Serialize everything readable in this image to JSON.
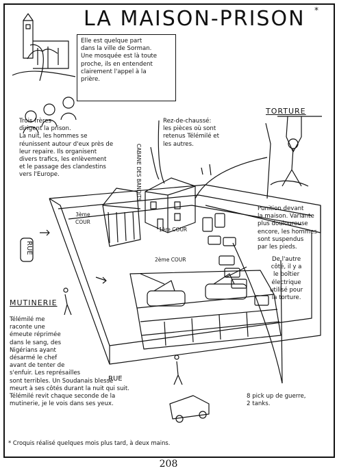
{
  "title": "LA MAISON-PRISON",
  "title_mark": "*",
  "intro": "Elle est quelque part\ndans la ville de Sorman.\nUne mosquée est là toute\nproche, ils en entendent\nclairement l'appel à la\nprière.",
  "brothers": "Trois frères\ndirigent la prison.\nLa nuit, les hommes se\nréunissent autour d'eux près de\nleur repaire. Ils organisent\ndivers trafics, les enlèvement\net le passage des clandestins\nvers l'Europe.",
  "ground_floor": "Rez-de-chaussé:\nles pièces où sont\nretenus Télémilé et\nles autres.",
  "torture_head": "TORTURE",
  "torture": "Punition devant\nla maison. Variante\nplus douloureuse\nencore, les hommes\nsont suspendus\npar les pieds.",
  "torture2": "De l'autre\ncôté, il y a\nle boîtier\nélectrique\nutilisé pour\nla torture.",
  "cabane": "CABANE DES BANDITS",
  "cour3": "3ème\nCOUR",
  "cour1": "1ère COUR",
  "cour2": "2ème COUR",
  "rue1": "RUE",
  "rue2": "RUE",
  "mutinerie_head": "MUTINERIE",
  "mutinerie": "Télémilé me\nraconte une\némeute réprimée\ndans le sang, des\nNigérians ayant\ndésarmé le chef\navant de tenter de\ns'enfuir. Les représailles\nsont terribles. Un Soudanais blessé\nmeurt à ses côtés durant la nuit qui suit.\nTélémilé revit chaque seconde de la\nmutinerie, je le vois dans ses yeux.",
  "vehicles": "8 pick up de guerre,\n2 tanks.",
  "footnote": "* Croquis réalisé quelques mois plus tard, à deux mains.",
  "page_number": "208"
}
